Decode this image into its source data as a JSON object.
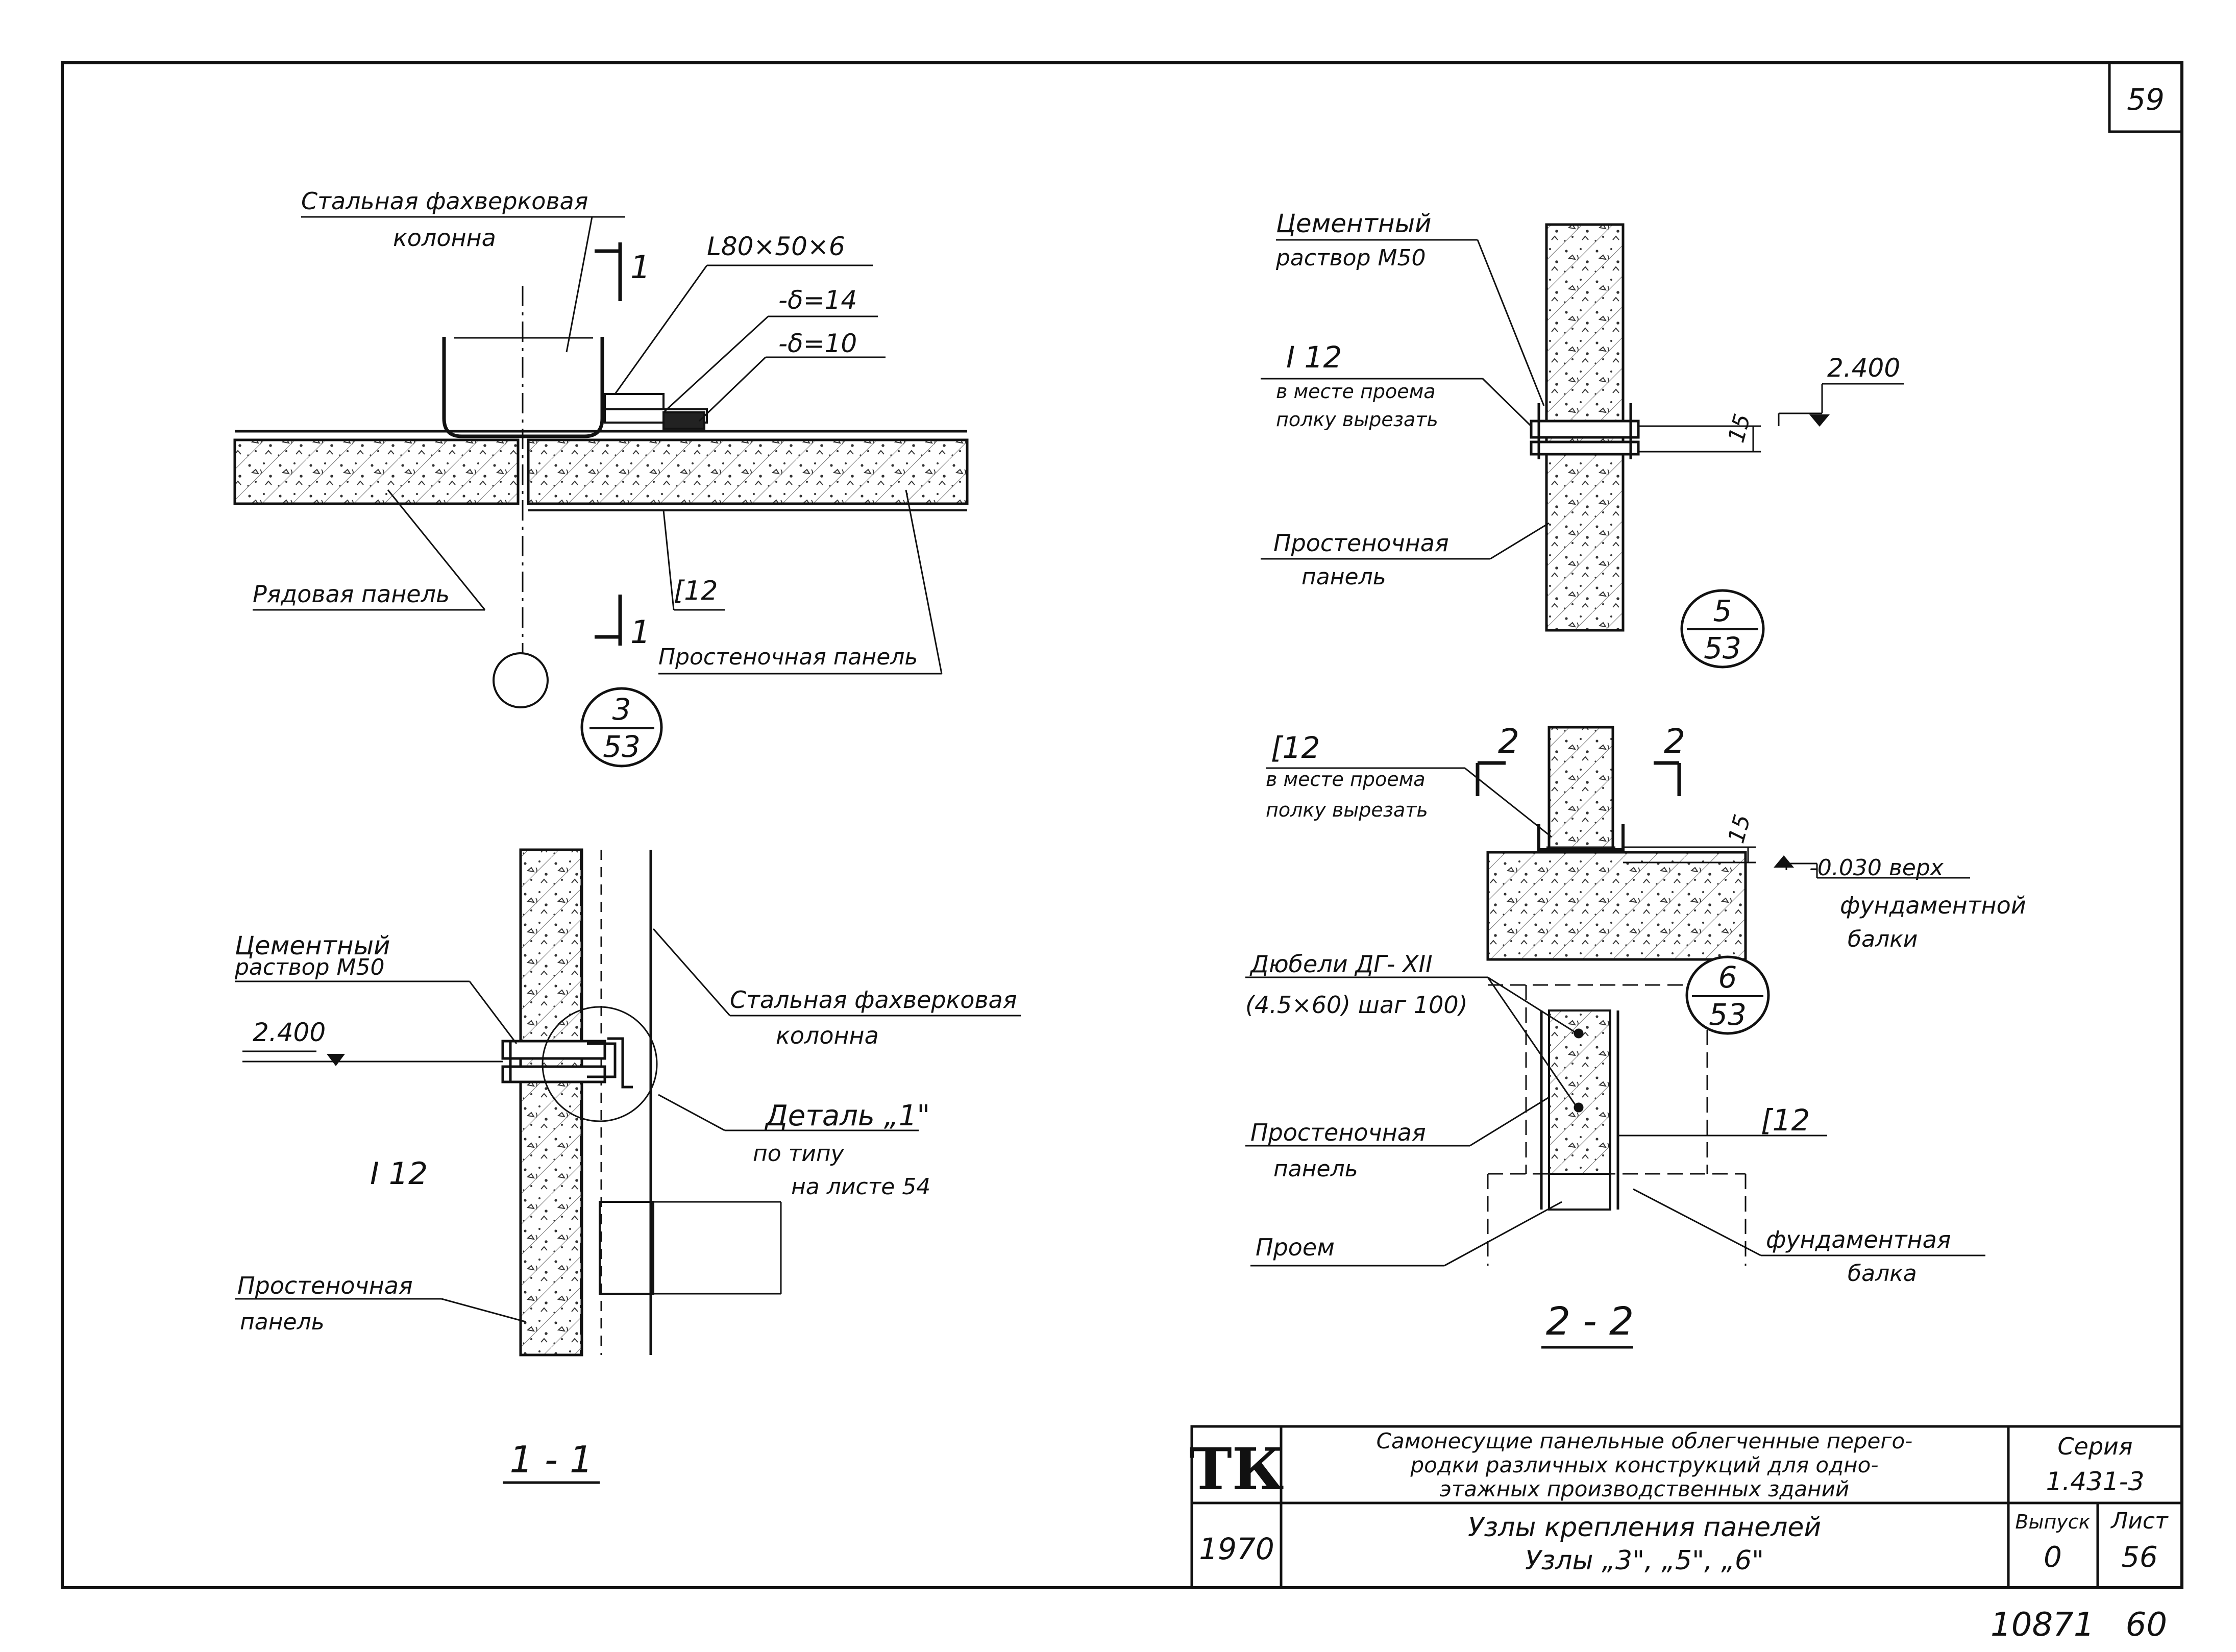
{
  "sheet_number": "59",
  "stamp_bottom": "10871   60",
  "node3": {
    "label_column": [
      "Стальная фахверковая",
      "колонна"
    ],
    "label_angle": "L80×50×6",
    "label_plate14": "-δ=14",
    "label_plate10": "-δ=10",
    "label_row_panel": "Рядовая панель",
    "label_channel": "[12",
    "label_wall_panel": "Простеночная панель",
    "section_mark": "1",
    "ref_top": "3",
    "ref_bottom": "53"
  },
  "section11": {
    "label_mortar": [
      "Цементный",
      "раствор  М50"
    ],
    "label_elev": "2.400",
    "label_column": [
      "Стальная фахверковая",
      "колонна"
    ],
    "label_detail": [
      "Деталь „1\"",
      "по типу",
      "на листе 54"
    ],
    "label_beam": "I 12",
    "label_wall_panel": [
      "Простеночная",
      "панель"
    ],
    "title": "1 - 1"
  },
  "node5": {
    "label_mortar": [
      "Цементный",
      "раствор  М50"
    ],
    "label_beam": [
      "I 12",
      "в месте проема",
      "полку вырезать"
    ],
    "label_dim": "15",
    "label_elev": "2.400",
    "label_wall_panel": [
      "Простеночная",
      "панель"
    ],
    "ref_top": "5",
    "ref_bottom": "53"
  },
  "node6": {
    "label_channel": [
      "[12",
      "в месте проема",
      "полку вырезать"
    ],
    "section_mark": "2",
    "label_dim": "15",
    "label_elev": [
      "-0.030 верх",
      "фундаментной",
      "балки"
    ],
    "label_dowel": [
      "Дюбели ДГ- XII",
      "(4.5×60) шаг 100)"
    ],
    "ref_top": "6",
    "ref_bottom": "53",
    "label_wall_panel": [
      "Простеночная",
      "панель"
    ],
    "label_channel2": "[12",
    "label_opening": "Проем",
    "label_found_beam": [
      "фундаментная",
      "балка"
    ],
    "title": "2 - 2"
  },
  "title_block": {
    "logo": "ТК",
    "year": "1970",
    "title_lines": [
      "Самонесущие панельные облегченные перего-",
      "родки различных конструкций для одно-",
      "этажных производственных зданий"
    ],
    "subtitle_lines": [
      "Узлы  крепления  панелей",
      "Узлы „3\", „5\", „6\""
    ],
    "series_label": "Серия",
    "series_value": "1.431-3",
    "issue_label": "Выпуск",
    "issue_value": "0",
    "sheet_label": "Лист",
    "sheet_value": "56"
  }
}
